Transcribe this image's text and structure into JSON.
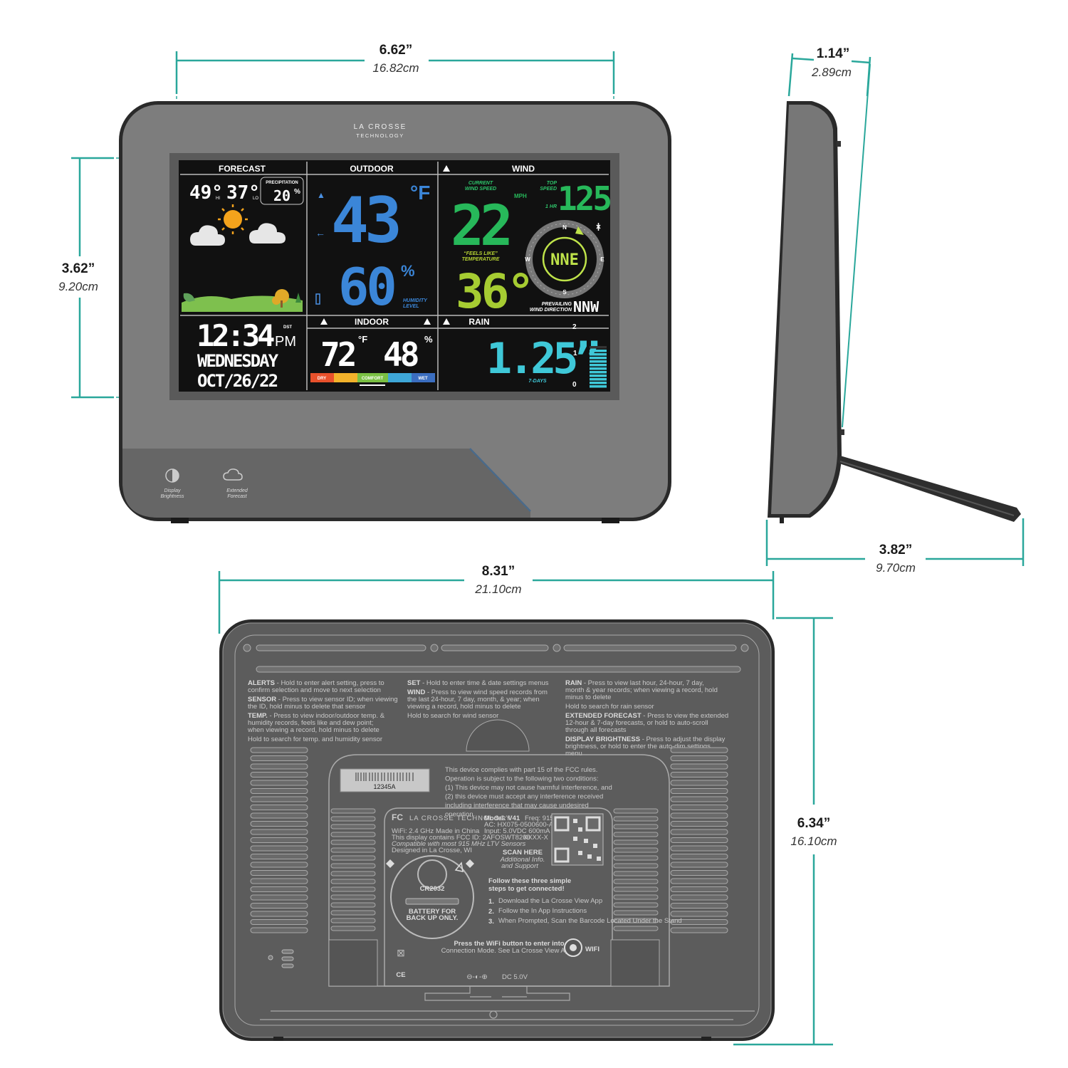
{
  "dimensions": {
    "front_width": {
      "in": "6.62”",
      "cm": "16.82cm"
    },
    "front_height": {
      "in": "3.62”",
      "cm": "9.20cm"
    },
    "side_depth_top": {
      "in": "1.14”",
      "cm": "2.89cm"
    },
    "side_depth_base": {
      "in": "3.82”",
      "cm": "9.70cm"
    },
    "back_width": {
      "in": "8.31”",
      "cm": "21.10cm"
    },
    "back_height": {
      "in": "6.34”",
      "cm": "16.10cm"
    }
  },
  "brand": {
    "line1": "LA CROSSE",
    "line2": "TECHNOLOGY"
  },
  "buttons": {
    "brightness": [
      "Display",
      "Brightness"
    ],
    "forecast": [
      "Extended",
      "Forecast"
    ]
  },
  "display": {
    "forecast": {
      "header": "FORECAST",
      "hi": "49°",
      "hi_label": "HI",
      "lo": "37°",
      "lo_label": "LO",
      "precip_label": "PRECIPITATION",
      "precip": "20",
      "precip_unit": "%"
    },
    "outdoor": {
      "header": "OUTDOOR",
      "temp": "43",
      "temp_unit": "°F",
      "humidity": "60",
      "humidity_unit": "%",
      "humidity_label": [
        "HUMIDITY",
        "LEVEL"
      ]
    },
    "wind": {
      "header": "WIND",
      "current_label": [
        "CURRENT",
        "WIND SPEED"
      ],
      "current": "22",
      "unit": "MPH",
      "top_label": [
        "TOP",
        "SPEED"
      ],
      "top_period": "1 HR",
      "top": "125",
      "feels_label": [
        "“FEELS LIKE”",
        "TEMPERATURE"
      ],
      "feels": "36°",
      "direction": "NNE",
      "prevailing_label": [
        "PREVAILING",
        "WIND DIRECTION"
      ],
      "prevailing": "NNW",
      "compass": {
        "n": "N",
        "e": "E",
        "s": "S",
        "w": "W"
      }
    },
    "time": {
      "clock": "12:34",
      "ampm": "PM",
      "dst": "DST",
      "day": "WEDNESDAY",
      "date": "OCT/26/22"
    },
    "indoor": {
      "header": "INDOOR",
      "temp": "72",
      "temp_unit": "°F",
      "humidity": "48",
      "humidity_unit": "%",
      "scale": [
        "DRY",
        "COMFORT",
        "WET"
      ]
    },
    "rain": {
      "header": "RAIN",
      "amount": "1.25”",
      "period": "7-DAYS",
      "scale": [
        "2",
        "1",
        "0"
      ]
    }
  },
  "back": {
    "instructions_left": [
      {
        "key": "ALERTS",
        "text": " - Hold to enter alert setting, press to confirm selection and move to next selection"
      },
      {
        "key": "SENSOR",
        "text": " - Press to view sensor ID; when viewing the ID, hold minus to delete that sensor"
      },
      {
        "key": "TEMP.",
        "text": " - Press to view indoor/outdoor temp. & humidity records, feels like and dew point; when viewing a record, hold minus to delete"
      },
      {
        "key": "",
        "text": "Hold to search for temp. and humidity sensor"
      }
    ],
    "instructions_mid": [
      {
        "key": "SET",
        "text": " - Hold to enter time & date settings menus"
      },
      {
        "key": "WIND",
        "text": " - Press to view wind speed records from the last 24-hour, 7 day, month, & year; when viewing a record, hold minus to delete"
      },
      {
        "key": "",
        "text": "Hold to search for wind sensor"
      }
    ],
    "instructions_right": [
      {
        "key": "RAIN",
        "text": " - Press to view last hour, 24-hour, 7 day, month & year records; when viewing a record, hold minus to delete"
      },
      {
        "key": "",
        "text": "Hold to search for rain sensor"
      },
      {
        "key": "EXTENDED FORECAST",
        "text": " - Press to view the extended 12-hour & 7-day forecasts, or hold to auto-scroll through all forecasts"
      },
      {
        "key": "DISPLAY BRIGHTNESS",
        "text": " - Press to adjust the display brightness, or hold to enter the auto-dim settings menu"
      }
    ],
    "fcc": "This device complies with part 15 of the FCC rules. Operation is subject to the following two conditions: (1) This device may not cause harmful interference, and (2) this device must accept any interference received including interference that may cause undesired operation.",
    "serial": "12345A",
    "label": {
      "brand": "LA CROSSE TECHNOLOGY",
      "model": "Model: V41",
      "freq": "Freq: 915MHz",
      "ac": "AC: HX075-0500600-AU-001",
      "wifi": "WiFi: 2.4 GHz",
      "made": "Made in China",
      "input": "Input: 5.0VDC 600mA",
      "fccid": "This display contains FCC ID: 2AFOSWT8266",
      "code": "XXXX-X",
      "compat": "Compatible with most 915 MHz LTV Sensors",
      "designed": "Designed in La Crosse, WI"
    },
    "scan": [
      "SCAN HERE",
      "Additional Info.",
      "and Support"
    ],
    "battery": {
      "type": "CR2032",
      "note": [
        "BATTERY FOR",
        "BACK UP ONLY."
      ]
    },
    "steps_title": [
      "Follow these three simple",
      "steps to get connected!"
    ],
    "steps": [
      "Download the La Crosse View App",
      "Follow the In App Instructions",
      "When Prompted, Scan the Barcode Located Under the Stand"
    ],
    "wifi_note": [
      "Press the WiFi button to enter into",
      "Connection Mode. See La Crosse View App"
    ],
    "wifi_label": "WIFI",
    "power": "DC 5.0V",
    "ce": "CE"
  }
}
